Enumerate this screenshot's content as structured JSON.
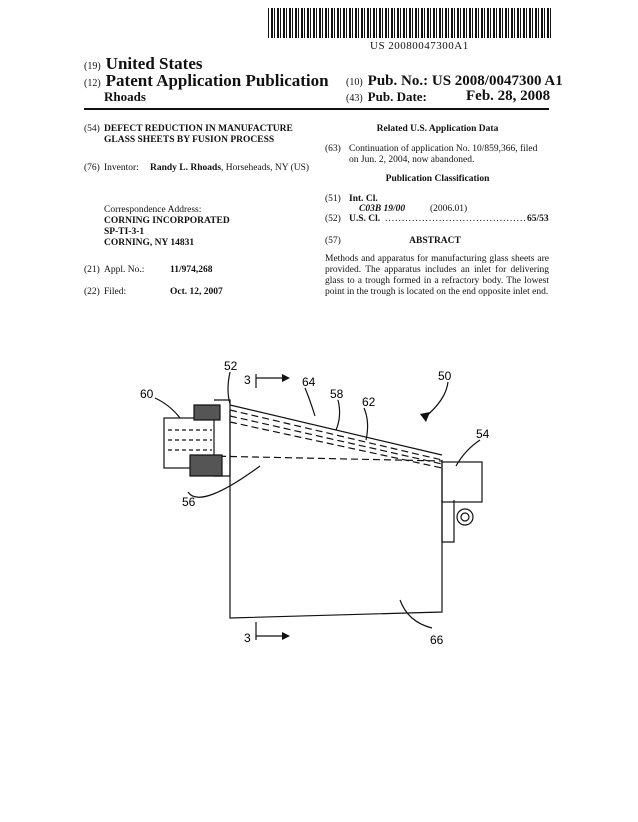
{
  "header": {
    "barcode_number": "US 20080047300A1",
    "country_code": "(19)",
    "country": "United States",
    "pub_type_code": "(12)",
    "pub_type": "Patent Application Publication",
    "author": "Rhoads",
    "pub_no_code": "(10)",
    "pub_no_label": "Pub. No.:",
    "pub_no": "US 2008/0047300 A1",
    "pub_date_code": "(43)",
    "pub_date_label": "Pub. Date:",
    "pub_date": "Feb. 28, 2008"
  },
  "left": {
    "title_code": "(54)",
    "title": "DEFECT REDUCTION IN MANUFACTURE GLASS SHEETS BY FUSION PROCESS",
    "inventor_code": "(76)",
    "inventor_label": "Inventor:",
    "inventor_name": "Randy L. Rhoads",
    "inventor_loc": ", Horseheads, NY (US)",
    "corr_label": "Correspondence Address:",
    "corr_line1": "CORNING INCORPORATED",
    "corr_line2": "SP-TI-3-1",
    "corr_line3": "CORNING, NY 14831",
    "appl_code": "(21)",
    "appl_label": "Appl. No.:",
    "appl_no": "11/974,268",
    "filed_code": "(22)",
    "filed_label": "Filed:",
    "filed_date": "Oct. 12, 2007"
  },
  "right": {
    "related_title": "Related U.S. Application Data",
    "cont_code": "(63)",
    "cont_text": "Continuation of application No. 10/859,366, filed on Jun. 2, 2004, now abandoned.",
    "pubclass_title": "Publication Classification",
    "intcl_code": "(51)",
    "intcl_label": "Int. Cl.",
    "intcl_class": "C03B   19/00",
    "intcl_year": "(2006.01)",
    "uscl_code": "(52)",
    "uscl_label": "U.S. Cl.",
    "uscl_dots": "................................................................",
    "uscl_value": "65/53",
    "abstract_code": "(57)",
    "abstract_title": "ABSTRACT",
    "abstract_text": "Methods and apparatus for manufacturing glass sheets are provided. The apparatus includes an inlet for delivering glass to a trough formed in a refractory body. The lowest point in the trough is located on the end opposite inlet end."
  },
  "figure": {
    "labels": {
      "l52": "52",
      "l3a": "3",
      "l64": "64",
      "l50": "50",
      "l60": "60",
      "l58": "58",
      "l62": "62",
      "l54": "54",
      "l56": "56",
      "l3b": "3",
      "l66": "66"
    }
  }
}
